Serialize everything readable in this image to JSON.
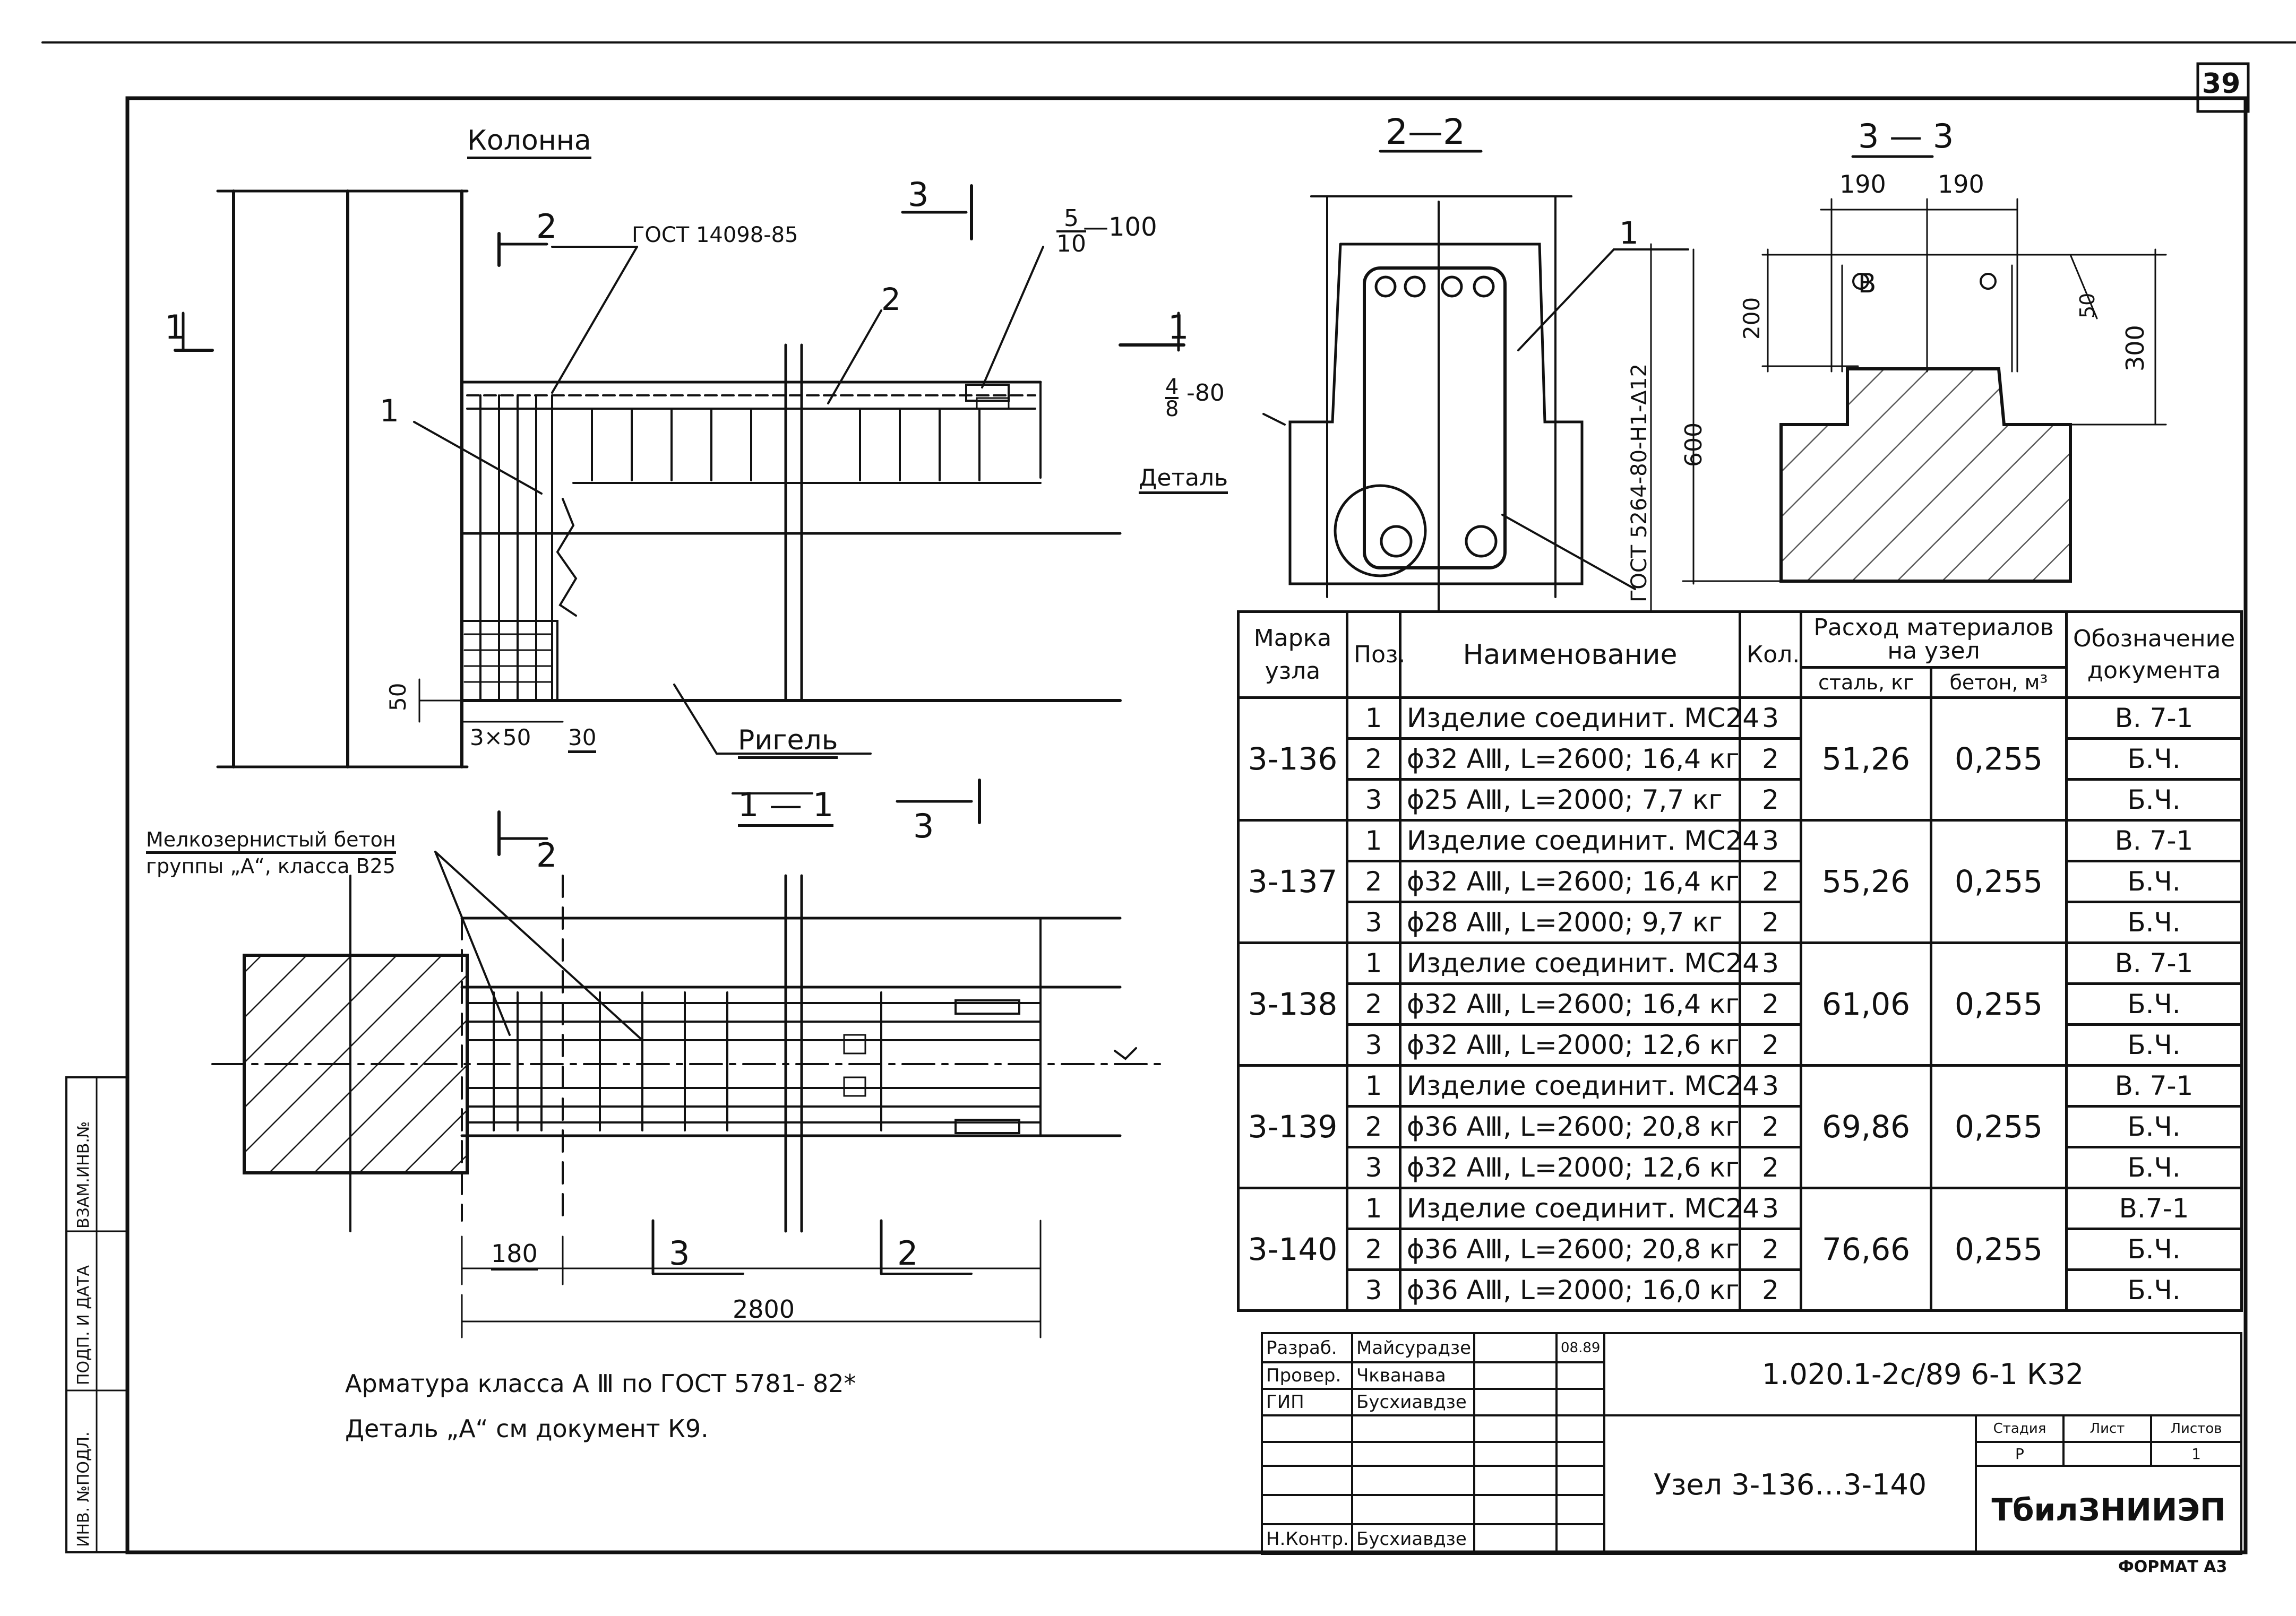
{
  "sheet": {
    "number": "39",
    "format": "ФОРМАТ А3",
    "side_stamps": [
      "ИНВ. №ПОДЛ.",
      "ПОДП. И ДАТА",
      "ВЗАМ.ИНВ.№"
    ]
  },
  "plan": {
    "column_label": "Колонна",
    "gost_1": "ГОСТ 14098-85",
    "fraction_5_10_num": "5",
    "fraction_5_10_den": "10",
    "fraction_5_10_tail": "—100",
    "pos_1": "1",
    "pos_2": "2",
    "section_2_mark": "2",
    "section_3_mark": "3",
    "section_1_mark": "1",
    "dim_50": "50",
    "dim_3x50": "3×50",
    "dim_30": "30",
    "beam_label": "Ригель",
    "view_1_1": "1 — 1",
    "view_3": "3",
    "view_2": "2"
  },
  "plan2": {
    "concrete_note_1": "Мелкозернистый бетон",
    "concrete_note_2": "группы „А“, класса В25",
    "dim_180": "180",
    "dim_3": "3",
    "dim_2": "2",
    "dim_2800": "2800"
  },
  "notes": {
    "line1": "Арматура класса А Ⅲ по ГОСТ 5781- 82*",
    "line2": "Деталь „А“ см документ К9."
  },
  "section_2_2": {
    "title": "2—2",
    "pos_1": "1",
    "fraction_num": "4",
    "fraction_den": "8",
    "fraction_tail": "-80",
    "detail_label": "Деталь",
    "height_600": "600",
    "gost_2": "ГОСТ 5264-80-Н1-∆12"
  },
  "section_3_3": {
    "title": "3 — 3",
    "dim_190a": "190",
    "dim_190b": "190",
    "dim_200": "200",
    "dim_50": "50",
    "dim_300": "300",
    "bar_label": "В"
  },
  "schedule": {
    "headers": {
      "mark": "Марка узла",
      "pos": "Поз.",
      "name": "Наименование",
      "qty": "Кол.",
      "consumption": "Расход материалов на узел",
      "steel": "сталь, кг",
      "concrete": "бетон, м³",
      "doc": "Обозначение документа"
    },
    "groups": [
      {
        "mark": "3-136",
        "steel": "51,26",
        "concrete": "0,255",
        "rows": [
          {
            "pos": "1",
            "name": "Изделие соединит. МС24",
            "qty": "3",
            "doc": "В. 7-1"
          },
          {
            "pos": "2",
            "name": "ϕ32 АⅢ, L=2600; 16,4 кг",
            "qty": "2",
            "doc": "Б.Ч."
          },
          {
            "pos": "3",
            "name": "ϕ25 АⅢ, L=2000; 7,7 кг",
            "qty": "2",
            "doc": "Б.Ч."
          }
        ]
      },
      {
        "mark": "3-137",
        "steel": "55,26",
        "concrete": "0,255",
        "rows": [
          {
            "pos": "1",
            "name": "Изделие соединит. МС24",
            "qty": "3",
            "doc": "В. 7-1"
          },
          {
            "pos": "2",
            "name": "ϕ32 АⅢ, L=2600; 16,4 кг",
            "qty": "2",
            "doc": "Б.Ч."
          },
          {
            "pos": "3",
            "name": "ϕ28 АⅢ, L=2000; 9,7 кг",
            "qty": "2",
            "doc": "Б.Ч."
          }
        ]
      },
      {
        "mark": "3-138",
        "steel": "61,06",
        "concrete": "0,255",
        "rows": [
          {
            "pos": "1",
            "name": "Изделие соединит. МС24",
            "qty": "3",
            "doc": "В. 7-1"
          },
          {
            "pos": "2",
            "name": "ϕ32 АⅢ, L=2600; 16,4 кг",
            "qty": "2",
            "doc": "Б.Ч."
          },
          {
            "pos": "3",
            "name": "ϕ32 АⅢ, L=2000; 12,6 кг",
            "qty": "2",
            "doc": "Б.Ч."
          }
        ]
      },
      {
        "mark": "3-139",
        "steel": "69,86",
        "concrete": "0,255",
        "rows": [
          {
            "pos": "1",
            "name": "Изделие соединит. МС24",
            "qty": "3",
            "doc": "В. 7-1"
          },
          {
            "pos": "2",
            "name": "ϕ36 АⅢ, L=2600; 20,8 кг",
            "qty": "2",
            "doc": "Б.Ч."
          },
          {
            "pos": "3",
            "name": "ϕ32 АⅢ, L=2000; 12,6 кг",
            "qty": "2",
            "doc": "Б.Ч."
          }
        ]
      },
      {
        "mark": "3-140",
        "steel": "76,66",
        "concrete": "0,255",
        "rows": [
          {
            "pos": "1",
            "name": "Изделие соединит. МС24",
            "qty": "3",
            "doc": "В.7-1"
          },
          {
            "pos": "2",
            "name": "ϕ36 АⅢ, L=2600; 20,8 кг",
            "qty": "2",
            "doc": "Б.Ч."
          },
          {
            "pos": "3",
            "name": "ϕ36 АⅢ, L=2000; 16,0 кг",
            "qty": "2",
            "doc": "Б.Ч."
          }
        ]
      }
    ]
  },
  "title_block": {
    "roles": [
      {
        "role": "Разраб.",
        "name": "Майсурадзе",
        "date": "08.89"
      },
      {
        "role": "Провер.",
        "name": "Чкванава",
        "date": ""
      },
      {
        "role": "ГИП",
        "name": "Бусхиавдзе",
        "date": ""
      },
      {
        "role": "Н.Контр.",
        "name": "Бусхиавдзе",
        "date": ""
      }
    ],
    "code": "1.020.1-2с/89 6-1 К32",
    "title": "Узел 3-136…3-140",
    "stage_label": "Стадия",
    "sheet_label": "Лист",
    "sheets_label": "Листов",
    "stage": "Р",
    "sheets": "1",
    "org": "ТбилЗНИИЭП"
  }
}
